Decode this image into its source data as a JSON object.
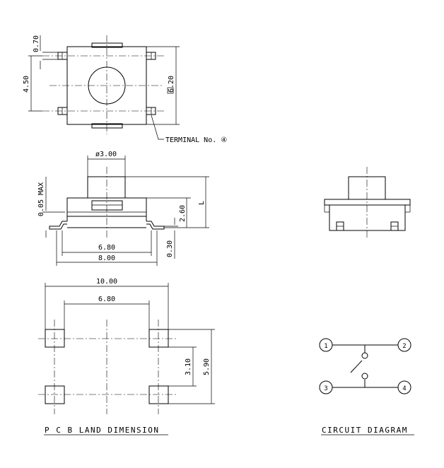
{
  "top_view": {
    "dim_070": "0.70",
    "dim_450": "4.50",
    "dim_620": "6.20",
    "terminal_label": "TERMINAL No. ④"
  },
  "side_view": {
    "dim_300_dia": "ø3.00",
    "dim_005_max": "0.05 MAX",
    "dim_260": "2.60",
    "dim_L": "L",
    "dim_680": "6.80",
    "dim_800": "8.00",
    "dim_030": "0.30"
  },
  "pcb_land": {
    "dim_1000": "10.00",
    "dim_680": "6.80",
    "dim_310": "3.10",
    "dim_590": "5.90",
    "caption": "P C B LAND DIMENSION"
  },
  "circuit": {
    "pin_1": "1",
    "pin_2": "2",
    "pin_3": "3",
    "pin_4": "4",
    "caption": "CIRCUIT DIAGRAM"
  }
}
